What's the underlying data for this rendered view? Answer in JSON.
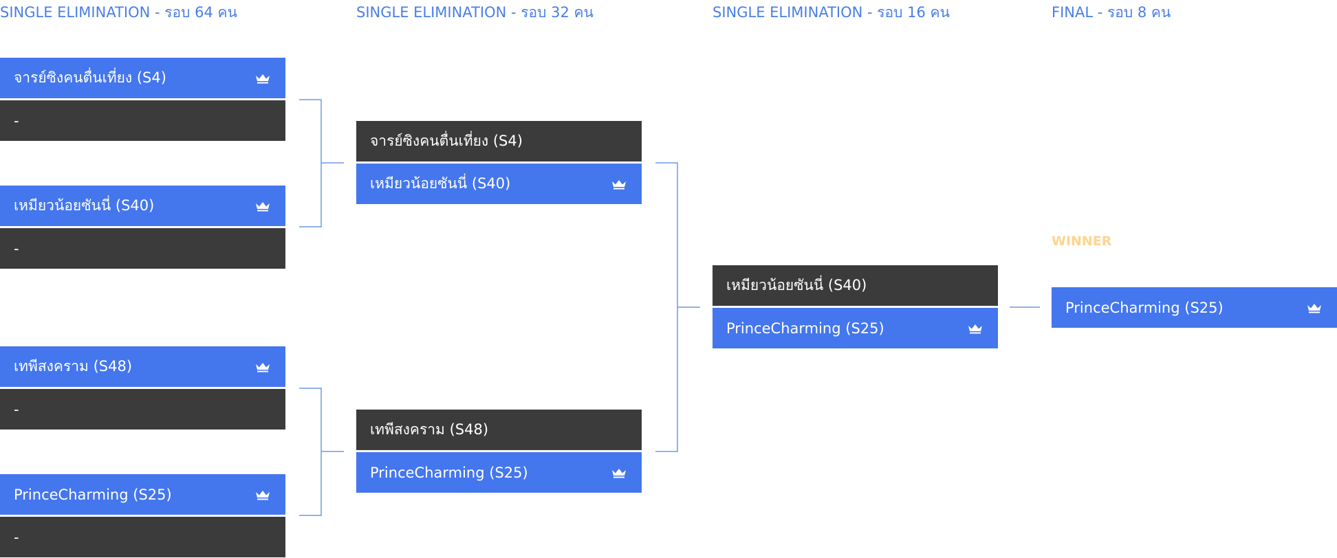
{
  "rounds": [
    {
      "title": "SINGLE ELIMINATION - รอบ 64 คน"
    },
    {
      "title": "SINGLE ELIMINATION - รอบ 32 คน"
    },
    {
      "title": "SINGLE ELIMINATION - รอบ 16 คน"
    },
    {
      "title": "FINAL - รอบ 8 คน"
    }
  ],
  "r64": [
    [
      {
        "name": "จารย์ซิงคนตื่นเที่ยง (S4)",
        "winner": true
      },
      {
        "name": "-",
        "winner": false
      }
    ],
    [
      {
        "name": "เหมียวน้อยซันนี่ (S40)",
        "winner": true
      },
      {
        "name": "-",
        "winner": false
      }
    ],
    [
      {
        "name": "เทพีสงคราม (S48)",
        "winner": true
      },
      {
        "name": "-",
        "winner": false
      }
    ],
    [
      {
        "name": "PrinceCharming (S25)",
        "winner": true
      },
      {
        "name": "-",
        "winner": false
      }
    ]
  ],
  "r32": [
    [
      {
        "name": "จารย์ซิงคนตื่นเที่ยง (S4)",
        "winner": false
      },
      {
        "name": "เหมียวน้อยซันนี่ (S40)",
        "winner": true
      }
    ],
    [
      {
        "name": "เทพีสงคราม (S48)",
        "winner": false
      },
      {
        "name": "PrinceCharming (S25)",
        "winner": true
      }
    ]
  ],
  "r16": [
    [
      {
        "name": "เหมียวน้อยซันนี่ (S40)",
        "winner": false
      },
      {
        "name": "PrinceCharming (S25)",
        "winner": true
      }
    ]
  ],
  "final": {
    "label": "WINNER",
    "champion": {
      "name": "PrinceCharming (S25)",
      "winner": true
    }
  },
  "colors": {
    "accent": "#4476ee",
    "loser": "#3b3b3b",
    "title": "#4a7ee6",
    "winner_label": "#ffd491",
    "connector": "#6f97ea"
  },
  "icons": {
    "winner": "crown-icon"
  }
}
